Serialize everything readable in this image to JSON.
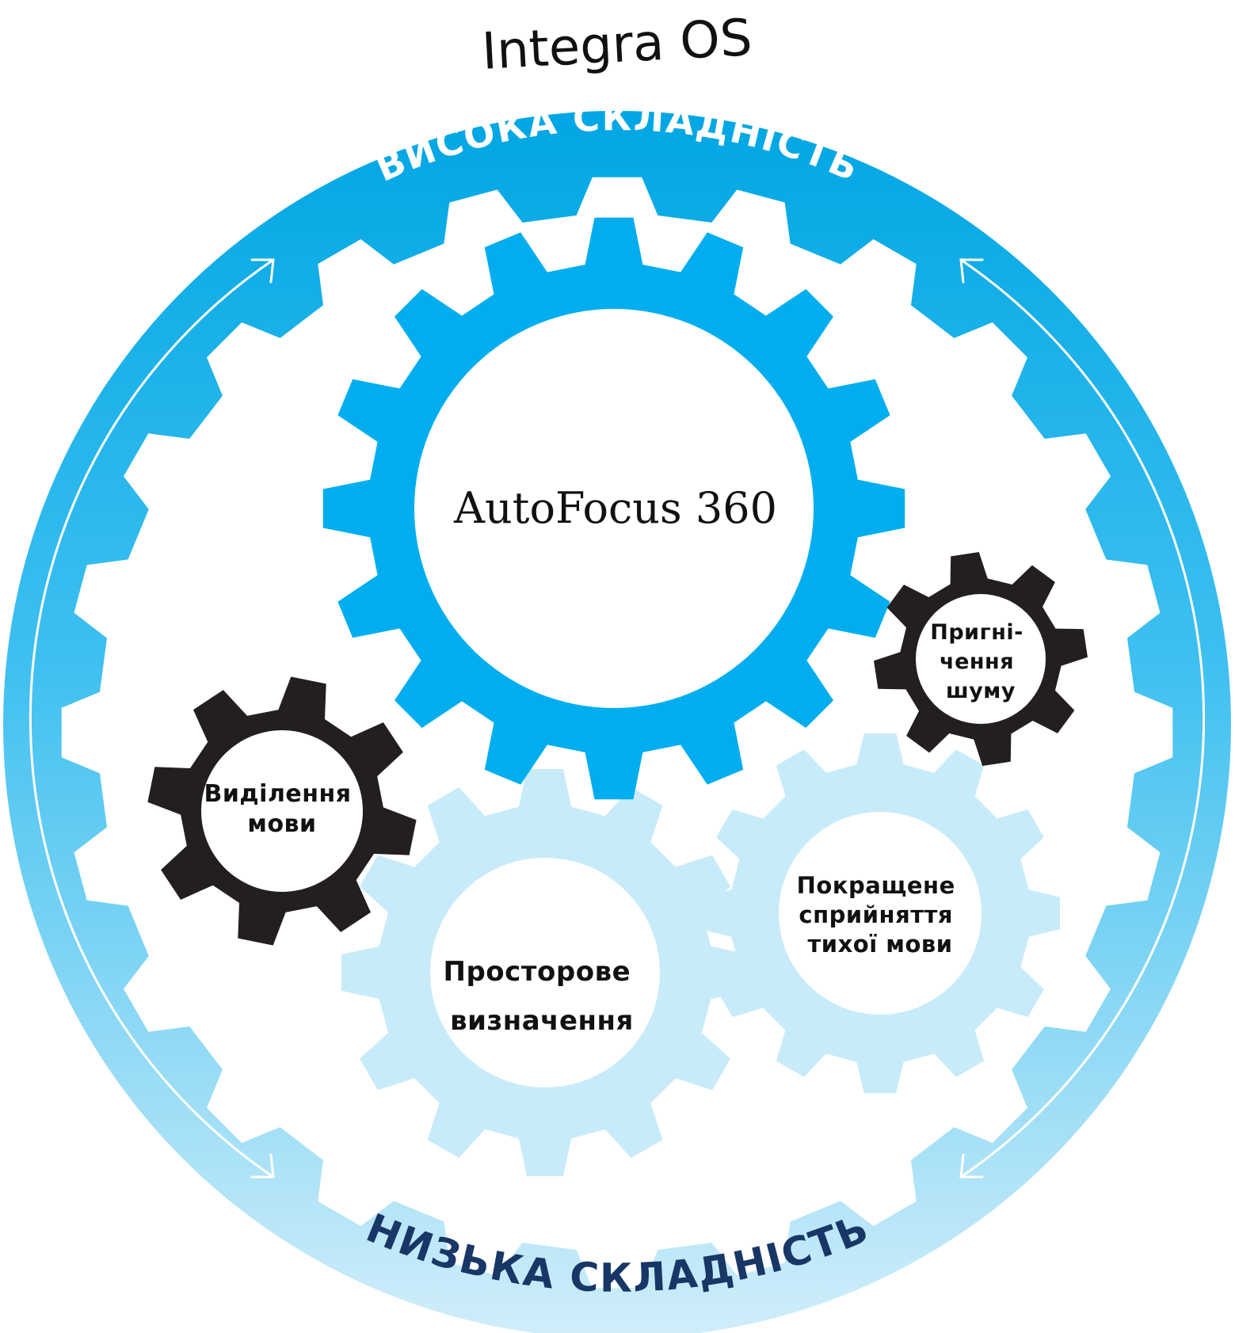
{
  "title": "Integra OS",
  "ring": {
    "top_label": "ВИСОКА СКЛАДНІСТЬ",
    "bottom_label": "НИЗЬКА СКЛАДНІСТЬ",
    "colors": {
      "top": "#00a6e4",
      "bottom": "#d2eefa",
      "top_label": "#ffffff",
      "bottom_label": "#183766",
      "arrow": "#ffffff"
    }
  },
  "center_gear": {
    "label": "AutoFocus 360",
    "color": "#00aeef"
  },
  "gears": {
    "speech_isolation": {
      "lines": [
        "Виділення",
        "мови"
      ],
      "color": "#231f20"
    },
    "noise_suppression": {
      "lines": [
        "Пригні-",
        "чення",
        "шуму"
      ],
      "color": "#231f20"
    },
    "spatial": {
      "lines": [
        "Просторове",
        "визначення"
      ],
      "color": "#c8ebfa"
    },
    "soft_speech": {
      "lines": [
        "Покращене",
        "сприйняття",
        "тихої мови"
      ],
      "color": "#c8ebfa"
    }
  },
  "background_gear_color": "#ffffff"
}
